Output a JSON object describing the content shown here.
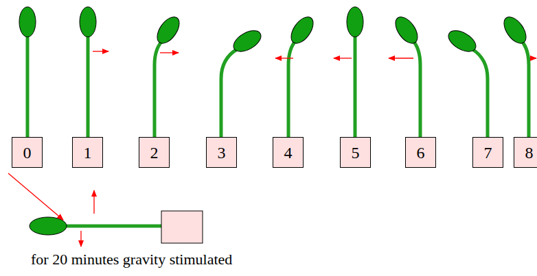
{
  "diagram": {
    "nodes": [
      {
        "text": [
          "0"
        ]
      },
      {
        "text": [
          "1"
        ]
      },
      {
        "text": [
          "2"
        ]
      },
      {
        "text": [
          "3"
        ]
      },
      {
        "text": [
          "4"
        ]
      },
      {
        "text": [
          "5"
        ]
      },
      {
        "text": [
          "6"
        ]
      },
      {
        "text": [
          "7"
        ]
      },
      {
        "text": [
          "8"
        ]
      }
    ],
    "labels": [
      "for 20 minutes gravity stimulated"
    ]
  }
}
